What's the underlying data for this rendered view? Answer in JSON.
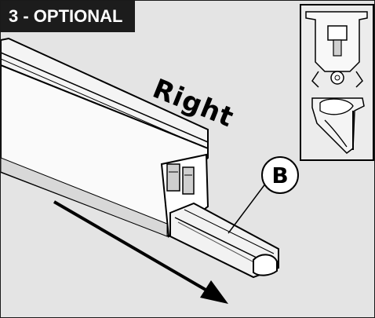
{
  "step": {
    "label": "3 - OPTIONAL"
  },
  "direction": {
    "label": "Right"
  },
  "part": {
    "label": "B"
  },
  "icons": {
    "arrow": "arrow-down-right-icon"
  },
  "colors": {
    "background": "#e4e4e4",
    "badge": "#1c1c1c",
    "badge_text": "#ffffff",
    "lines": "#000000"
  }
}
